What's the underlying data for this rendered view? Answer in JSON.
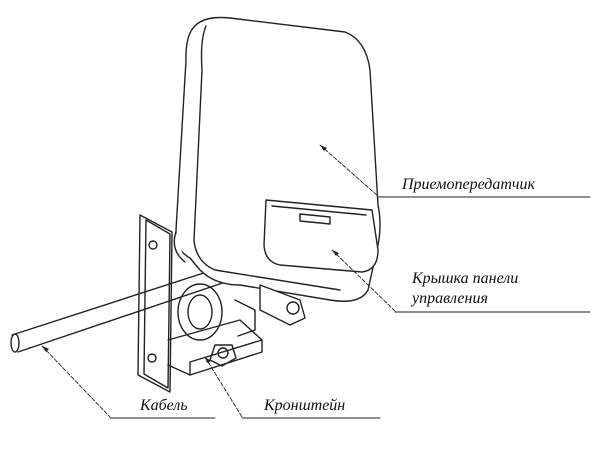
{
  "labels": {
    "transceiver": "Приемопередатчик",
    "cover_line1": "Крышка панели",
    "cover_line2": "управления",
    "cable": "Кабель",
    "bracket": "Кронштейн"
  }
}
